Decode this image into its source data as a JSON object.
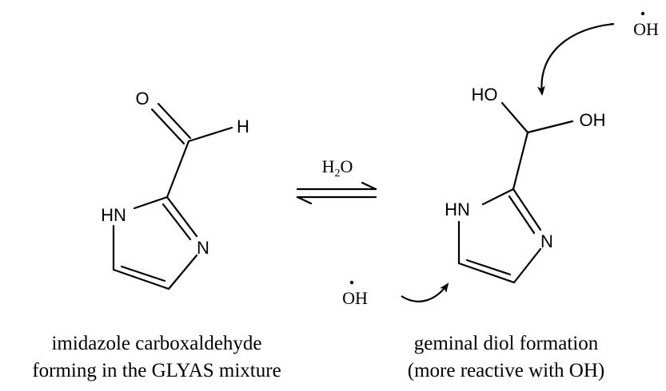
{
  "left_molecule": {
    "atoms": {
      "oxygen": "O",
      "hydrogen": "H",
      "nh": "HN",
      "n": "N"
    },
    "caption": [
      "imidazole carboxaldehyde",
      "forming in the GLYAS mixture"
    ]
  },
  "equilibrium": {
    "reagent_main": "H",
    "reagent_sub": "2",
    "reagent_tail": "O"
  },
  "right_molecule": {
    "atoms": {
      "ho": "HO",
      "oh": "OH",
      "nh": "HN",
      "n": "N"
    },
    "caption": [
      "geminal diol formation",
      "(more reactive with OH)"
    ]
  },
  "radicals": {
    "top_label": "OH",
    "bottom_label": "OH"
  }
}
